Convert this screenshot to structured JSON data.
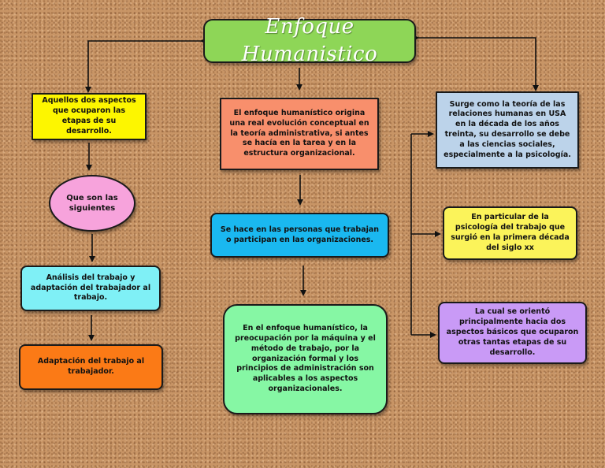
{
  "title": "Enfoque Humanistico",
  "nodes": {
    "left_top": "Aquellos dos aspectos que ocuparon las etapas de su desarrollo.",
    "ellipse": "Que son las siguientes",
    "analisis": "Análisis del trabajo y adaptación del trabajador al trabajo.",
    "adaptacion": "Adaptación del trabajo al trabajador.",
    "center_top": "El enfoque humanístico origina una real evolución conceptual en la teoría administrativa, si antes se hacía en la tarea y en la estructura organizacional.",
    "center_mid": "Se hace en las personas que trabajan o participan en las organizaciones.",
    "center_bot": "En el enfoque humanístico, la preocupación por la máquina y el método de trabajo, por la organización formal y los principios de administración son aplicables a los aspectos organizacionales.",
    "right_top": "Surge como la teoría de las relaciones humanas en USA en la década de los años treinta, su desarrollo se debe a las ciencias sociales, especialmente a la psicología.",
    "right_mid": "En particular de la psicología del trabajo que surgió en la primera década del siglo xx",
    "right_bot": "La cual se orientó principalmente hacia dos aspectos básicos que ocuparon otras tantas etapas de su desarrollo."
  },
  "colors": {
    "title_bg": "#8ed657",
    "left_top_bg": "#fdf600",
    "ellipse_bg": "#f7a3dc",
    "analisis_bg": "#7ff0f6",
    "adaptacion_bg": "#fb7a16",
    "center_top_bg": "#f88f6c",
    "center_mid_bg": "#1ab8f0",
    "center_bot_bg": "#86f7a4",
    "right_top_bg": "#bcd3ea",
    "right_mid_bg": "#fbf35a",
    "right_bot_bg": "#c99af6",
    "connector": "#111111"
  }
}
